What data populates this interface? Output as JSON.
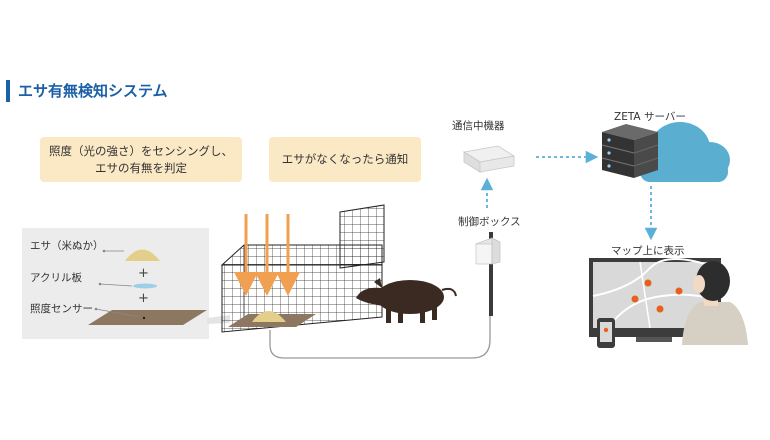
{
  "title": "エサ有無検知システム",
  "notes": {
    "sensing_line1": "照度（光の強さ）をセンシングし、",
    "sensing_line2": "エサの有無を判定",
    "notify": "エサがなくなったら通知"
  },
  "sensor_panel": {
    "bait_label": "エサ（米ぬか）",
    "acrylic_label": "アクリル板",
    "sensor_label": "照度センサー",
    "plus": "+"
  },
  "labels": {
    "comm_device": "通信中機器",
    "control_box": "制御ボックス",
    "server": "ZETA サーバー",
    "map_display": "マップ上に表示"
  },
  "colors": {
    "accent_blue": "#1a5fa8",
    "note_bg": "#fbe9c6",
    "arrow_orange": "#f0a050",
    "dashed_arrow": "#5ab0d8",
    "cloud": "#5aaed0",
    "boar": "#3a2a22",
    "map_pin": "#e8601c"
  }
}
